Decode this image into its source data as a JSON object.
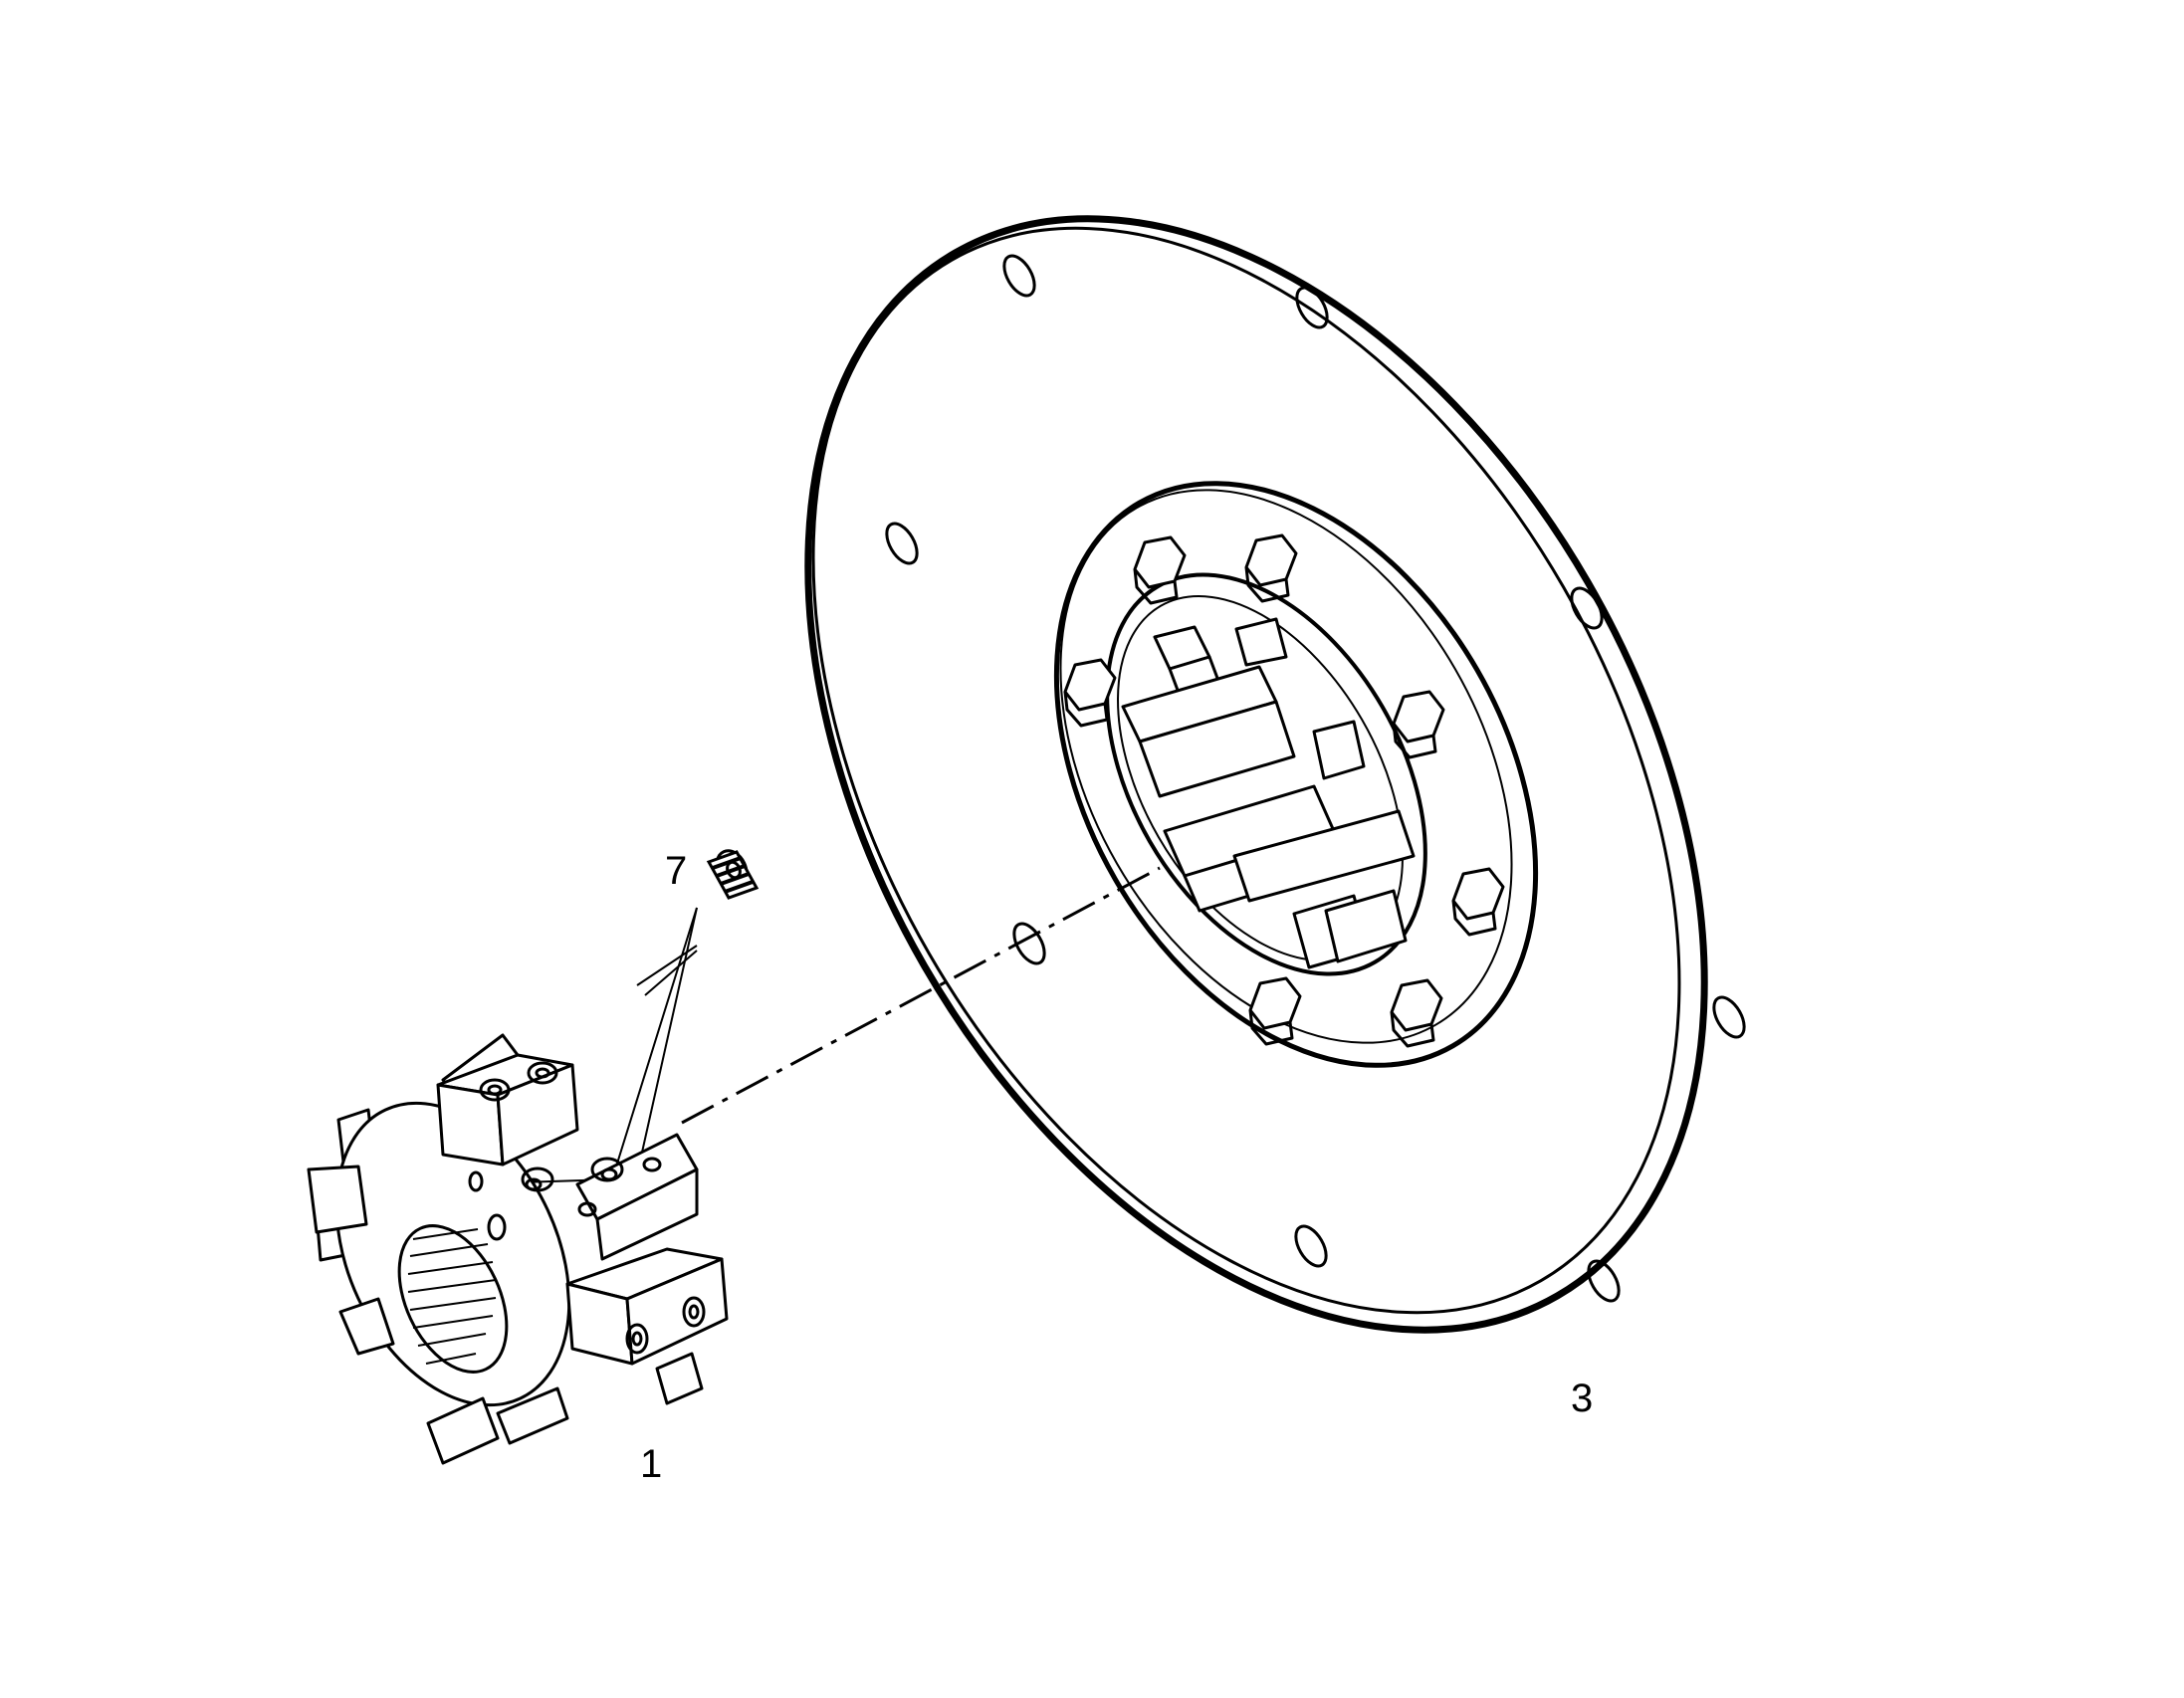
{
  "callouts": {
    "coupling_hub": "1",
    "flex_plate": "3",
    "set_screw": "7"
  },
  "colors": {
    "line": "#000000",
    "background": "#ffffff"
  }
}
